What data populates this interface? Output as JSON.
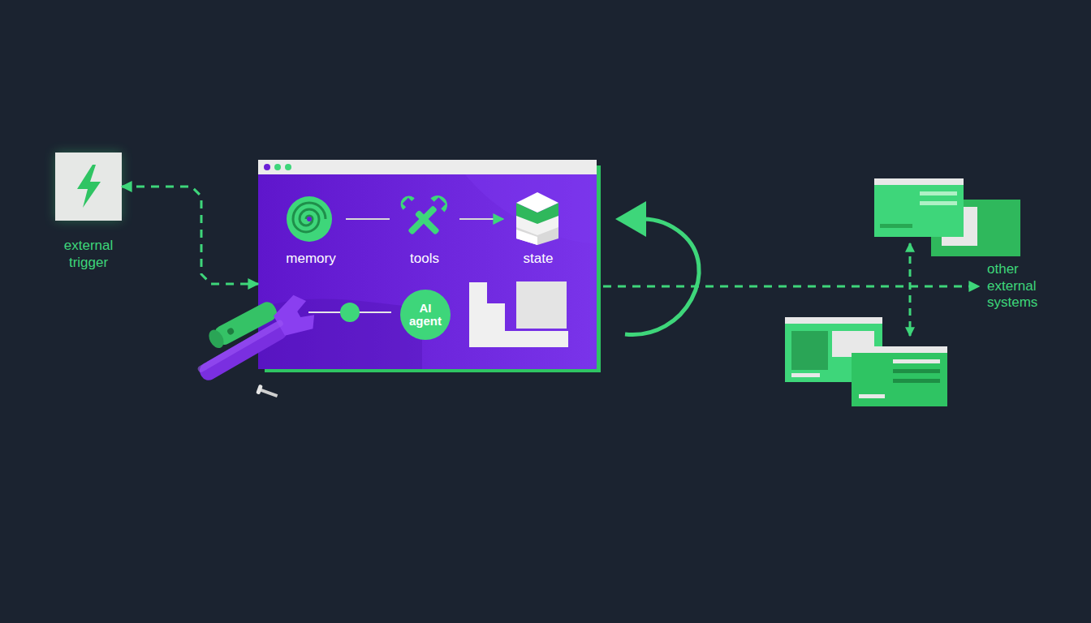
{
  "diagram": {
    "nodes": [
      {
        "text": [
          "external trigger"
        ]
      },
      {
        "text": []
      },
      {
        "text": [
          "memory"
        ],
        "in": 1
      },
      {
        "text": [
          "tools"
        ],
        "in": 1
      },
      {
        "text": [
          "state"
        ],
        "in": 1
      },
      {
        "text": [
          "AI agent"
        ],
        "in": 1
      },
      {
        "text": [
          "other external systems"
        ]
      }
    ],
    "edges": [
      {
        "from": 0,
        "to": 1,
        "arrow": "both"
      },
      {
        "from": 2,
        "to": 3,
        "arrow": "none"
      },
      {
        "from": 3,
        "to": 4,
        "arrow": "to"
      },
      {
        "from": 1,
        "to": 6,
        "arrow": "to"
      }
    ]
  }
}
